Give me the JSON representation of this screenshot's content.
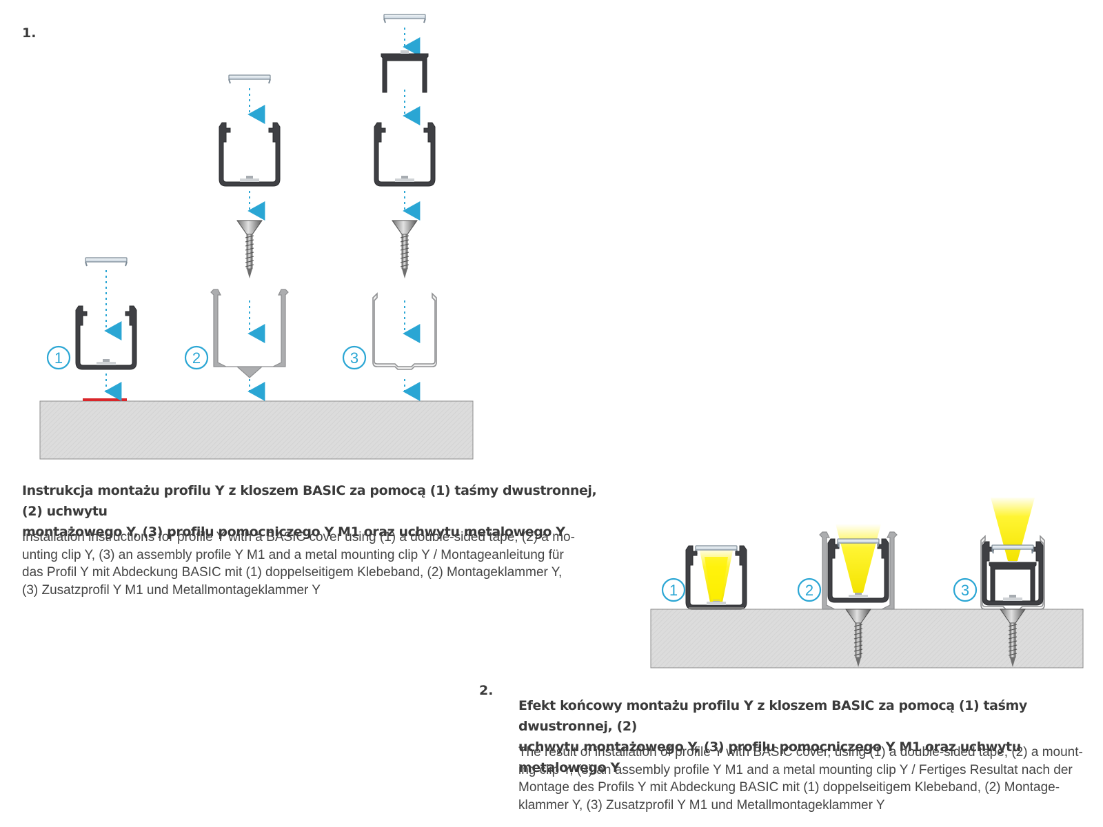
{
  "section1": {
    "number": "1.",
    "heading_line1": "Instrukcja montażu profilu Y z kloszem BASIC za pomocą (1) taśmy dwustronnej, (2) uchwytu",
    "heading_line2": "montażowego Y, (3) profilu pomocniczego Y M1 oraz uchwytu metalowego Y",
    "desc_lines": [
      "Installation instructions for profile Y with a BASIC cover using (1) a double-sided tape, (2) a mo-",
      "unting clip Y, (3) an assembly profile Y M1 and a metal mounting clip Y / Montageanleitung für",
      "das Profil Y mit Abdeckung BASIC mit (1) doppelseitigem Klebeband, (2) Montageklammer Y,",
      "(3) Zusatzprofil Y M1 und Metallmontageklammer Y"
    ],
    "markers": [
      "1",
      "2",
      "3"
    ]
  },
  "section2": {
    "number": "2.",
    "heading_line1": "Efekt końcowy montażu profilu Y z kloszem BASIC za pomocą (1) taśmy dwustronnej, (2)",
    "heading_line2": "uchwytu montażowego Y, (3) profilu pomocniczego Y M1 oraz uchwytu metalowego Y",
    "desc_lines": [
      "The result of installation of profile Y with BASIC cover, using (1) a double-sided tape, (2) a mount-",
      "ing clip Y, (3) an assembly profile Y M1 and a metal mounting clip Y / Fertiges Resultat nach der",
      "Montage des Profils Y mit Abdeckung BASIC mit (1) doppelseitigem Klebeband, (2) Montage-",
      "klammer Y, (3) Zusatzprofil Y M1 und Metallmontageklammer Y"
    ],
    "markers": [
      "1",
      "2",
      "3"
    ]
  },
  "colors": {
    "arrow": "#2aa6d4",
    "profile": "#3f4044",
    "clip": "#a9aaac",
    "tape": "#d9262a",
    "light": "#fff200",
    "surface": "#dadada"
  }
}
